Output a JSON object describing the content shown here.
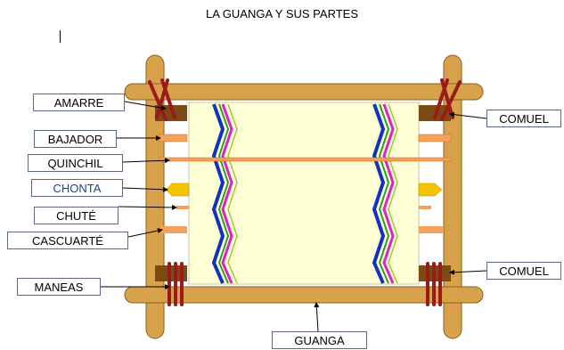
{
  "title": "LA GUANGA Y SUS PARTES",
  "labels": {
    "amarre": "AMARRE",
    "bajador": "BAJADOR",
    "quinchil": "QUINCHIL",
    "chonta": "CHONTA",
    "chute": "CHUTÉ",
    "cascuarte": "CASCUARTÉ",
    "maneas": "MANEAS",
    "comuel_top": "COMUEL",
    "comuel_bottom": "COMUEL",
    "guanga": "GUANGA"
  },
  "colors": {
    "wood": "#d7a24a",
    "wood_outline": "#8a5f1d",
    "block": "#7a4b12",
    "rod": "#f4a25a",
    "chonta": "#f5c400",
    "cloth": "#ffffd6",
    "tie": "#9b1b1b",
    "zig_blue": "#1030c8",
    "zig_magenta": "#e020d0",
    "zig_green": "#2aa02a",
    "label_border": "#5a6a86"
  }
}
